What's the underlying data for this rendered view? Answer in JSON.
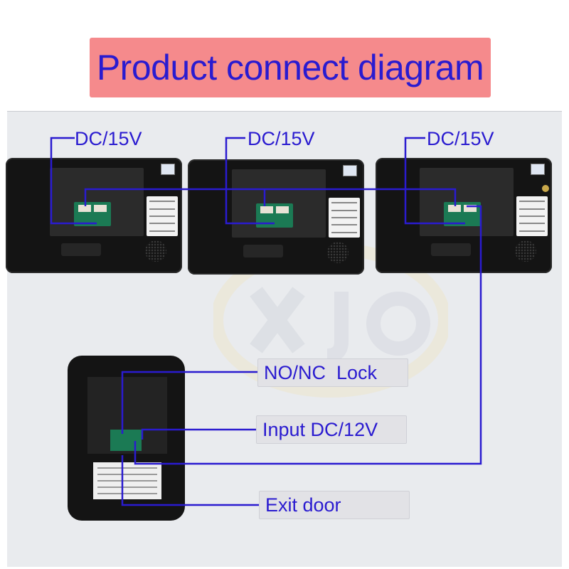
{
  "title": "Product connect diagram",
  "monitors": [
    {
      "label": "DC/15V"
    },
    {
      "label": "DC/15V"
    },
    {
      "label": "DC/15V"
    }
  ],
  "outdoor_labels": {
    "lock": "NO/NC  Lock",
    "input": "Input DC/12V",
    "exit": "Exit door"
  },
  "colors": {
    "title_background": "#f58a8c",
    "text": "#2a1bd0",
    "wire": "#2a1bd0",
    "device": "#141414",
    "label_box": "#e2e2e6"
  }
}
